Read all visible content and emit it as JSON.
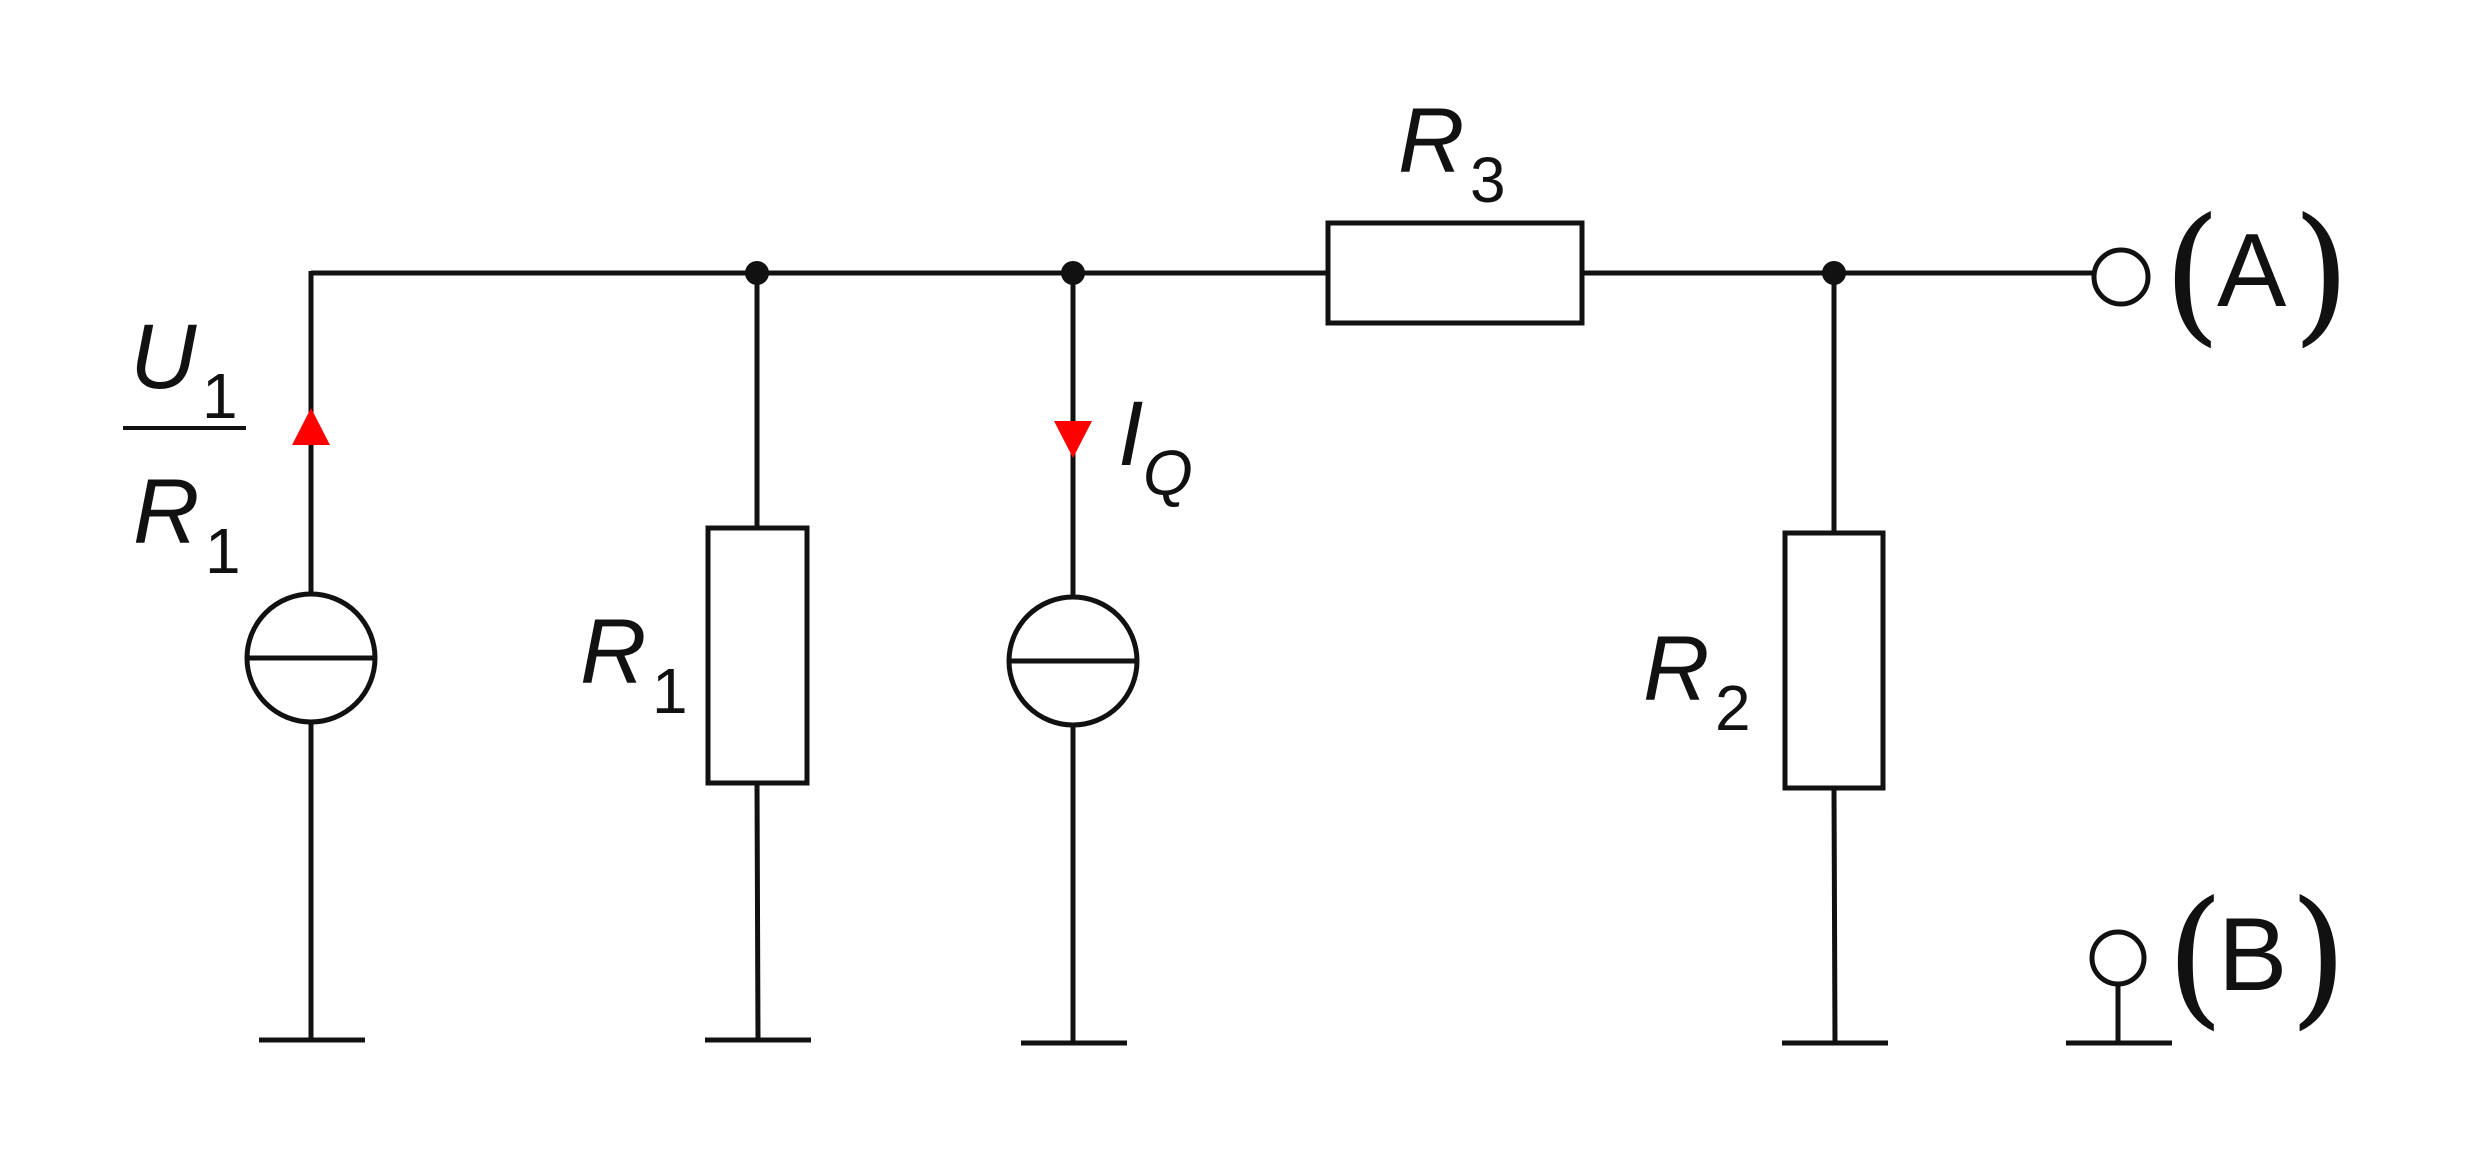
{
  "labels": {
    "source1_num": "U",
    "source1_num_sub": "1",
    "source1_den": "R",
    "source1_den_sub": "1",
    "r1": "R",
    "r1_sub": "1",
    "r2": "R",
    "r2_sub": "2",
    "r3": "R",
    "r3_sub": "3",
    "iq": "I",
    "iq_sub": "Q",
    "terminal_a": "A",
    "terminal_b": "B",
    "paren_open": "(",
    "paren_close": ")"
  },
  "colors": {
    "wire": "#111111",
    "arrow": "#ff0000",
    "background": "#ffffff"
  }
}
